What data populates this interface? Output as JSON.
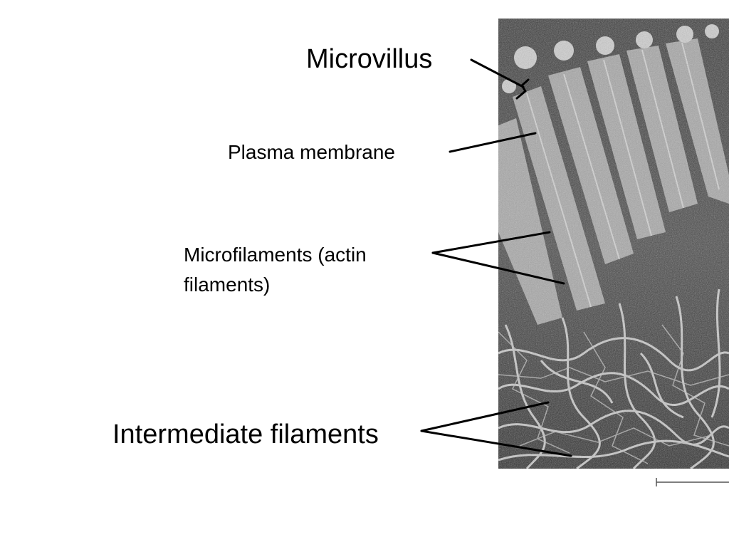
{
  "labels": {
    "microvillus": "Microvillus",
    "plasma_membrane": "Plasma membrane",
    "microfilaments": "Microfilaments (actin filaments)",
    "intermediate_filaments": "Intermediate filaments"
  },
  "colors": {
    "background": "#ffffff",
    "text": "#000000",
    "leader_line": "#000000",
    "micrograph_dark": "#2b2b2b",
    "micrograph_light": "#d9d9d9"
  },
  "image": {
    "kind": "electron-micrograph",
    "subject": "microvilli cytoskeleton",
    "has_scale_bar": true
  }
}
